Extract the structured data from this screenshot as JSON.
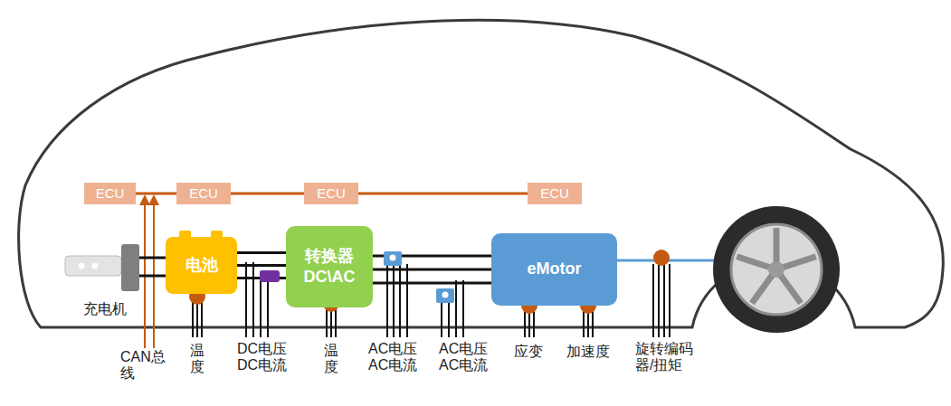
{
  "diagram": {
    "nodes": [
      {
        "text": [
          "ECU"
        ]
      },
      {
        "text": [
          "ECU"
        ]
      },
      {
        "text": [
          "ECU"
        ]
      },
      {
        "text": [
          "ECU"
        ]
      },
      {
        "text": [
          "电池"
        ]
      },
      {
        "text": [
          "转换器",
          "DC\\AC"
        ]
      },
      {
        "text": [
          "eMotor"
        ]
      }
    ],
    "edges": [
      {
        "from": 0,
        "to": 1,
        "arrow": "none"
      },
      {
        "from": 1,
        "to": 2,
        "arrow": "none"
      },
      {
        "from": 2,
        "to": 3,
        "arrow": "none"
      },
      {
        "from": 4,
        "to": 5,
        "arrow": "none"
      },
      {
        "from": 5,
        "to": 6,
        "arrow": "none"
      }
    ],
    "labels": [
      "充电机",
      "CAN总线",
      "温度",
      "DC电压 DC电流",
      "温度",
      "AC电压 AC电流",
      "AC电压 AC电流",
      "应变",
      "加速度",
      "旋转编码器/扭矩"
    ]
  }
}
